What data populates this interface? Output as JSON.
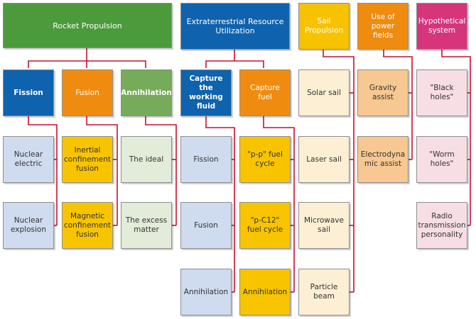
{
  "diagram": {
    "headers": {
      "rocket": "Rocket Propulsion",
      "extraterrestrial": "Extraterrestrial Resource\nUtilization",
      "sail": "Sail\nPropulsion",
      "power": "Use of\npower\nfields",
      "hypothetical": "Hypothetical\nsystem"
    },
    "subcategories": {
      "fission": "Fission",
      "fusion": "Fusion",
      "annihilation": "Annihilation",
      "capture_working_fluid": "Capture the\nworking\nfluid",
      "capture_fuel": "Capture\nfuel"
    },
    "fission_items": [
      "Nuclear\nelectric",
      "Nuclear\nexplosion"
    ],
    "fusion_items": [
      "Inertial\nconfinement\nfusion",
      "Magnetic\nconfinement\nfusion"
    ],
    "annihilation_items": [
      "The ideal",
      "The excess\nmatter"
    ],
    "working_fluid_items": [
      "Fission",
      "Fusion",
      "Annihilation"
    ],
    "fuel_items": [
      "\"p-p\" fuel\ncycle",
      "\"p-C12\"\nfuel cycle",
      "Annihilation"
    ],
    "sail_items": [
      "Solar sail",
      "Laser sail",
      "Microwave\nsail",
      "Particle\nbeam"
    ],
    "power_items": [
      "Gravity\nassist",
      "Electrodyna\nmic assist"
    ],
    "hypothetical_items": [
      "\"Black\nholes\"",
      "\"Worm\nholes\"",
      "Radio\ntransmission\npersonality"
    ],
    "colors": {
      "connector": "#c8102e",
      "green": "#4b9a3c",
      "blue": "#0f62ad",
      "yellow": "#f7c200",
      "orange": "#ef8c0f",
      "magenta": "#d6357c"
    }
  }
}
